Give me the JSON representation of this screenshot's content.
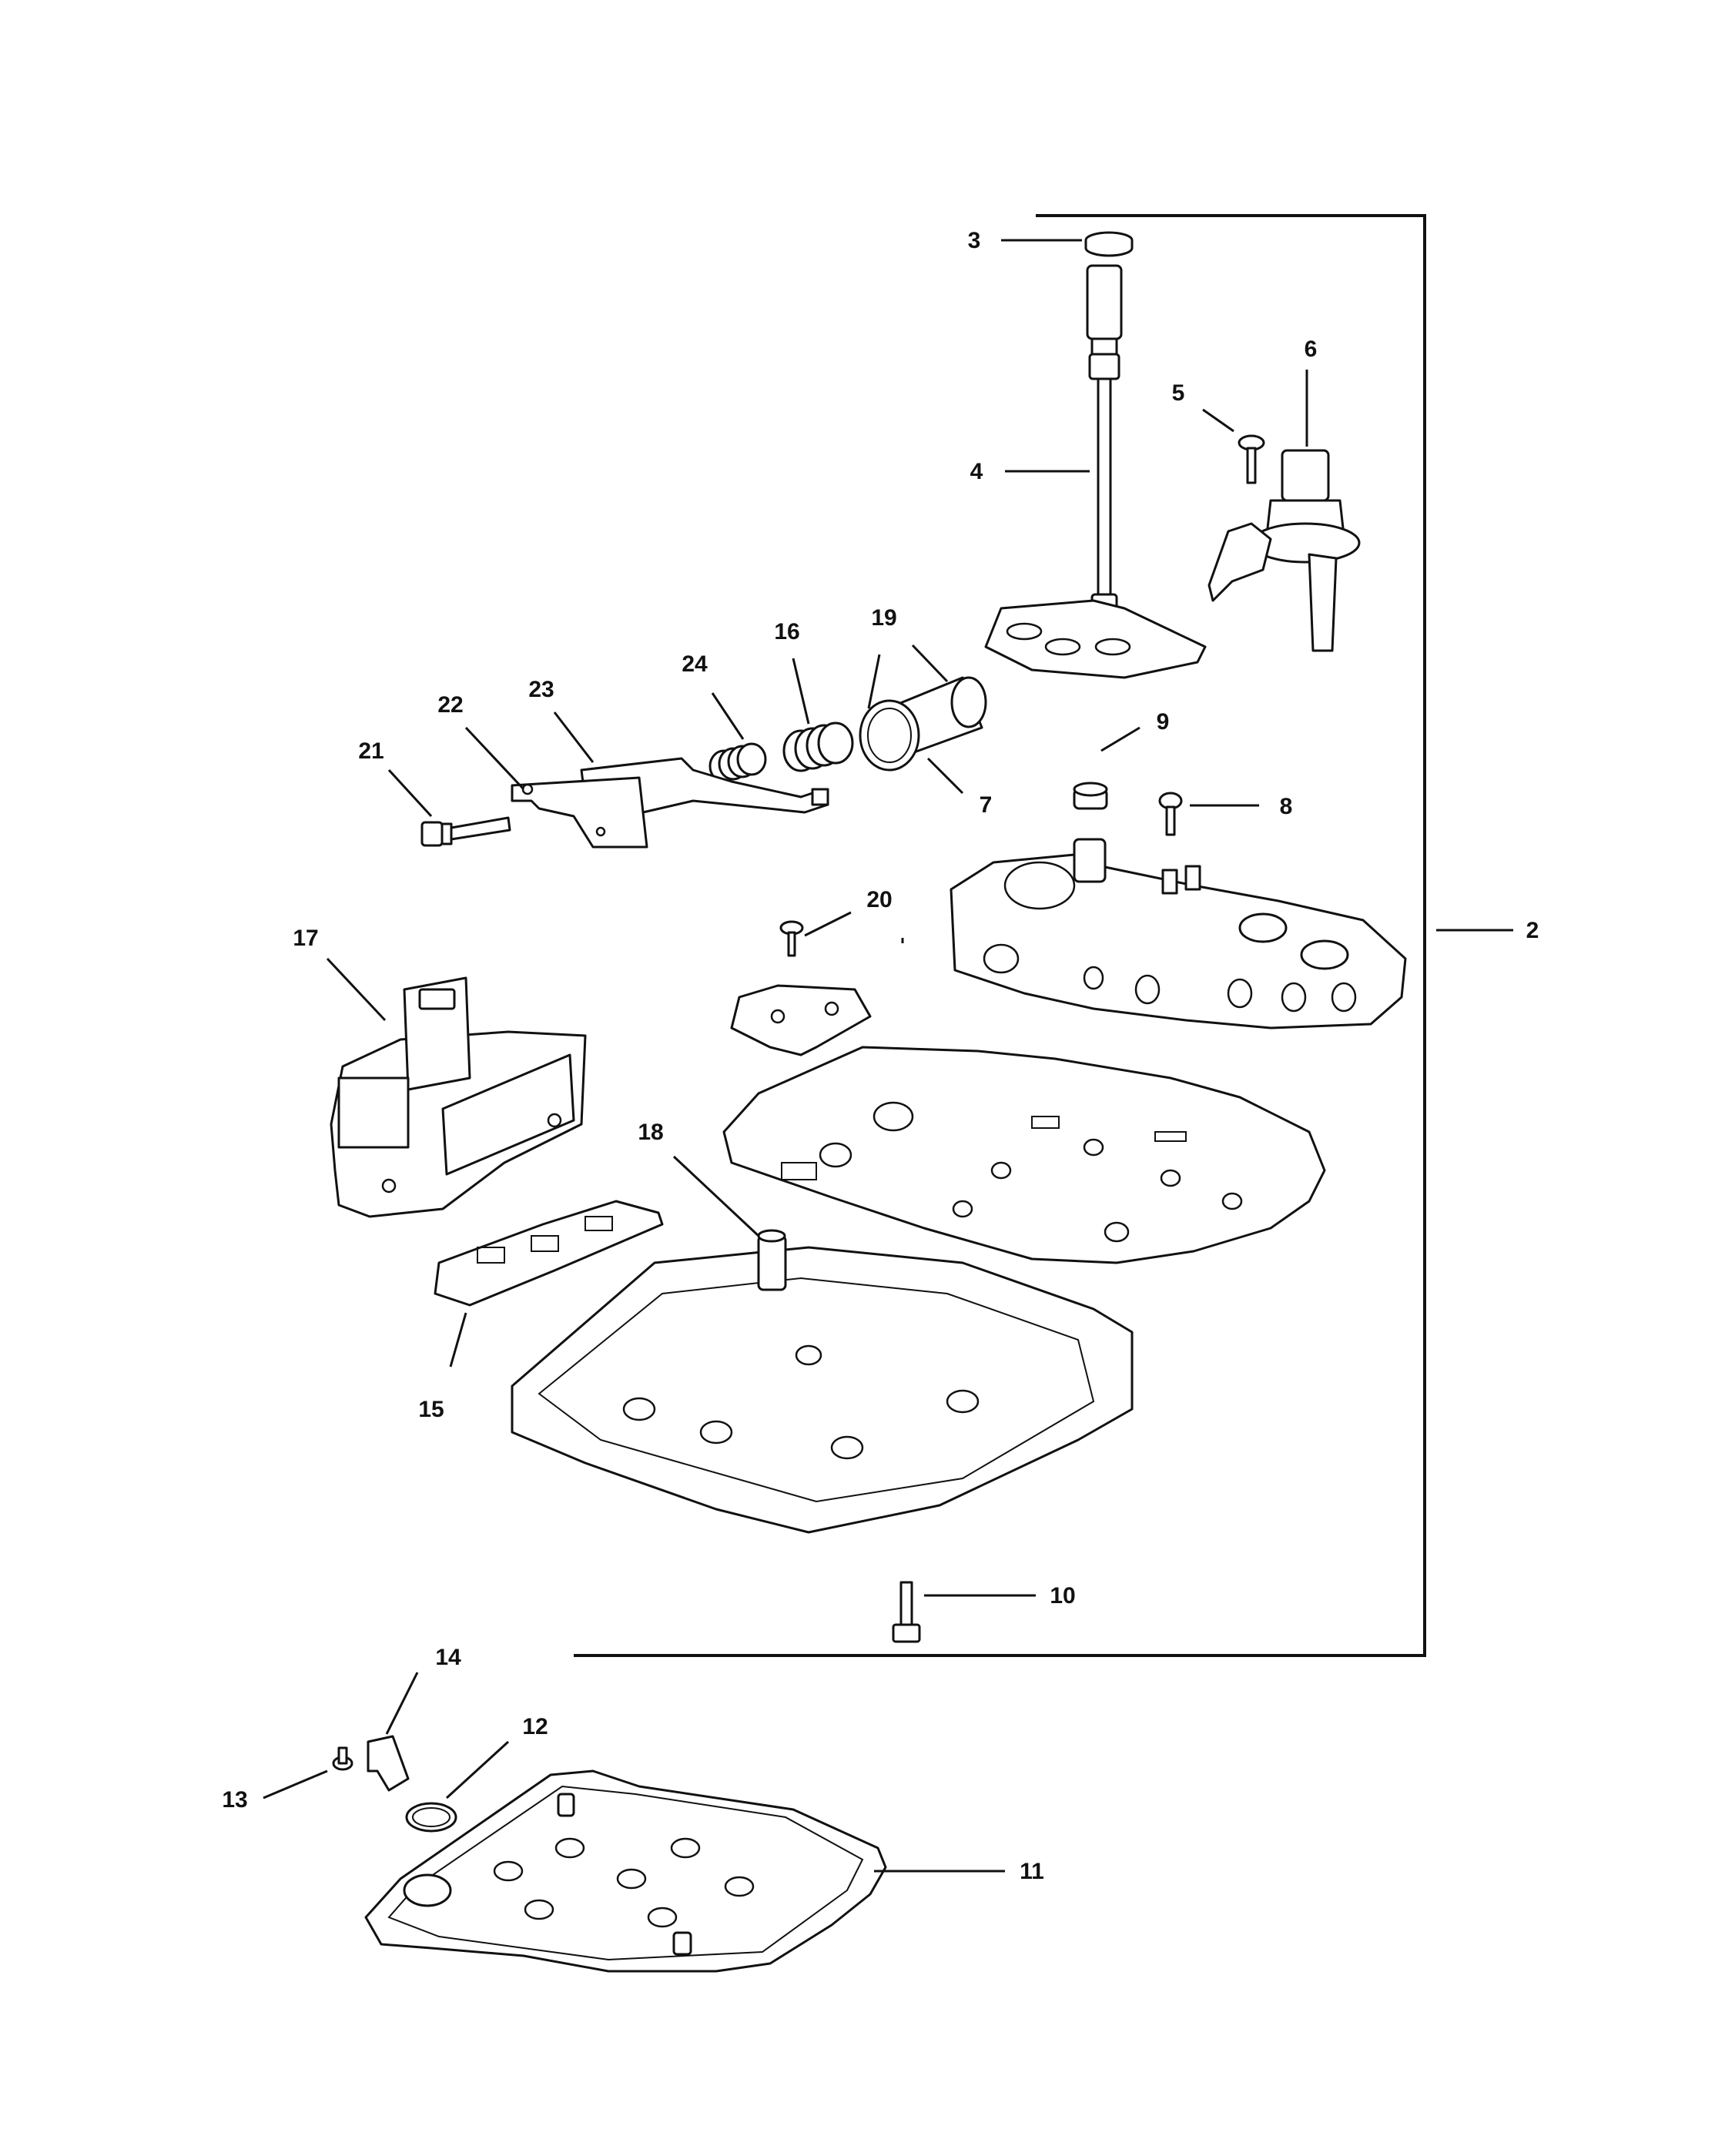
{
  "callouts": [
    {
      "id": "c2",
      "label": "2"
    },
    {
      "id": "c3",
      "label": "3"
    },
    {
      "id": "c4",
      "label": "4"
    },
    {
      "id": "c5",
      "label": "5"
    },
    {
      "id": "c6",
      "label": "6"
    },
    {
      "id": "c7",
      "label": "7"
    },
    {
      "id": "c8",
      "label": "8"
    },
    {
      "id": "c9",
      "label": "9"
    },
    {
      "id": "c10",
      "label": "10"
    },
    {
      "id": "c11",
      "label": "11"
    },
    {
      "id": "c12",
      "label": "12"
    },
    {
      "id": "c13",
      "label": "13"
    },
    {
      "id": "c14",
      "label": "14"
    },
    {
      "id": "c15",
      "label": "15"
    },
    {
      "id": "c16",
      "label": "16"
    },
    {
      "id": "c17",
      "label": "17"
    },
    {
      "id": "c18",
      "label": "18"
    },
    {
      "id": "c19",
      "label": "19"
    },
    {
      "id": "c20",
      "label": "20"
    },
    {
      "id": "c21",
      "label": "21"
    },
    {
      "id": "c22",
      "label": "22"
    },
    {
      "id": "c23",
      "label": "23"
    },
    {
      "id": "c24",
      "label": "24"
    }
  ]
}
